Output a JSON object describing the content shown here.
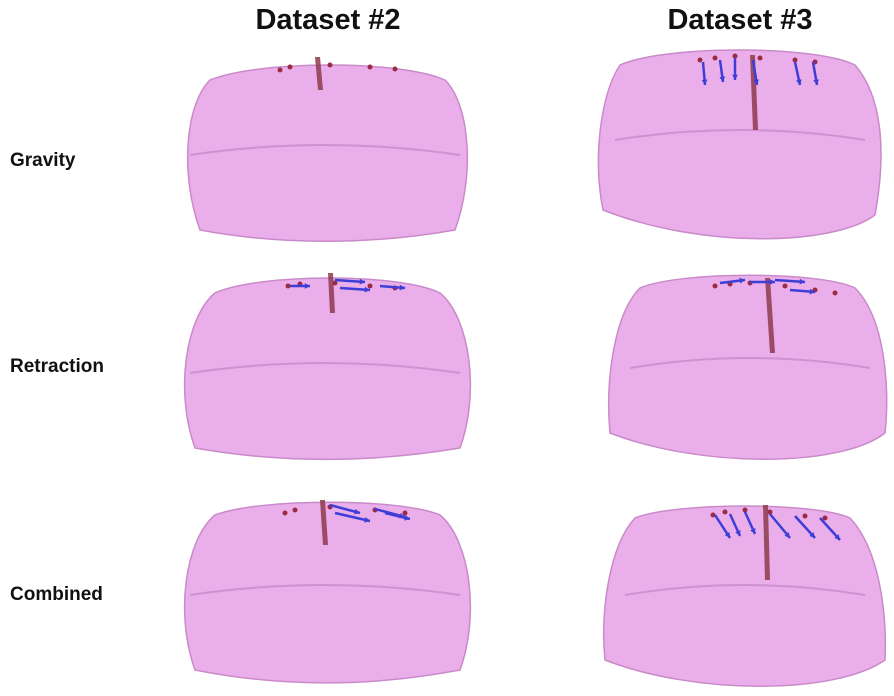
{
  "columns": [
    {
      "title": "Dataset #2"
    },
    {
      "title": "Dataset #3"
    }
  ],
  "rows": [
    {
      "label": "Gravity"
    },
    {
      "label": "Retraction"
    },
    {
      "label": "Combined"
    }
  ],
  "colors": {
    "mesh_fill": "#E8A8E8",
    "mesh_stroke": "#C98AC9",
    "probe": "#8E3A4E",
    "arrow": "#3E3ED6",
    "marker": "#9B2B45"
  }
}
